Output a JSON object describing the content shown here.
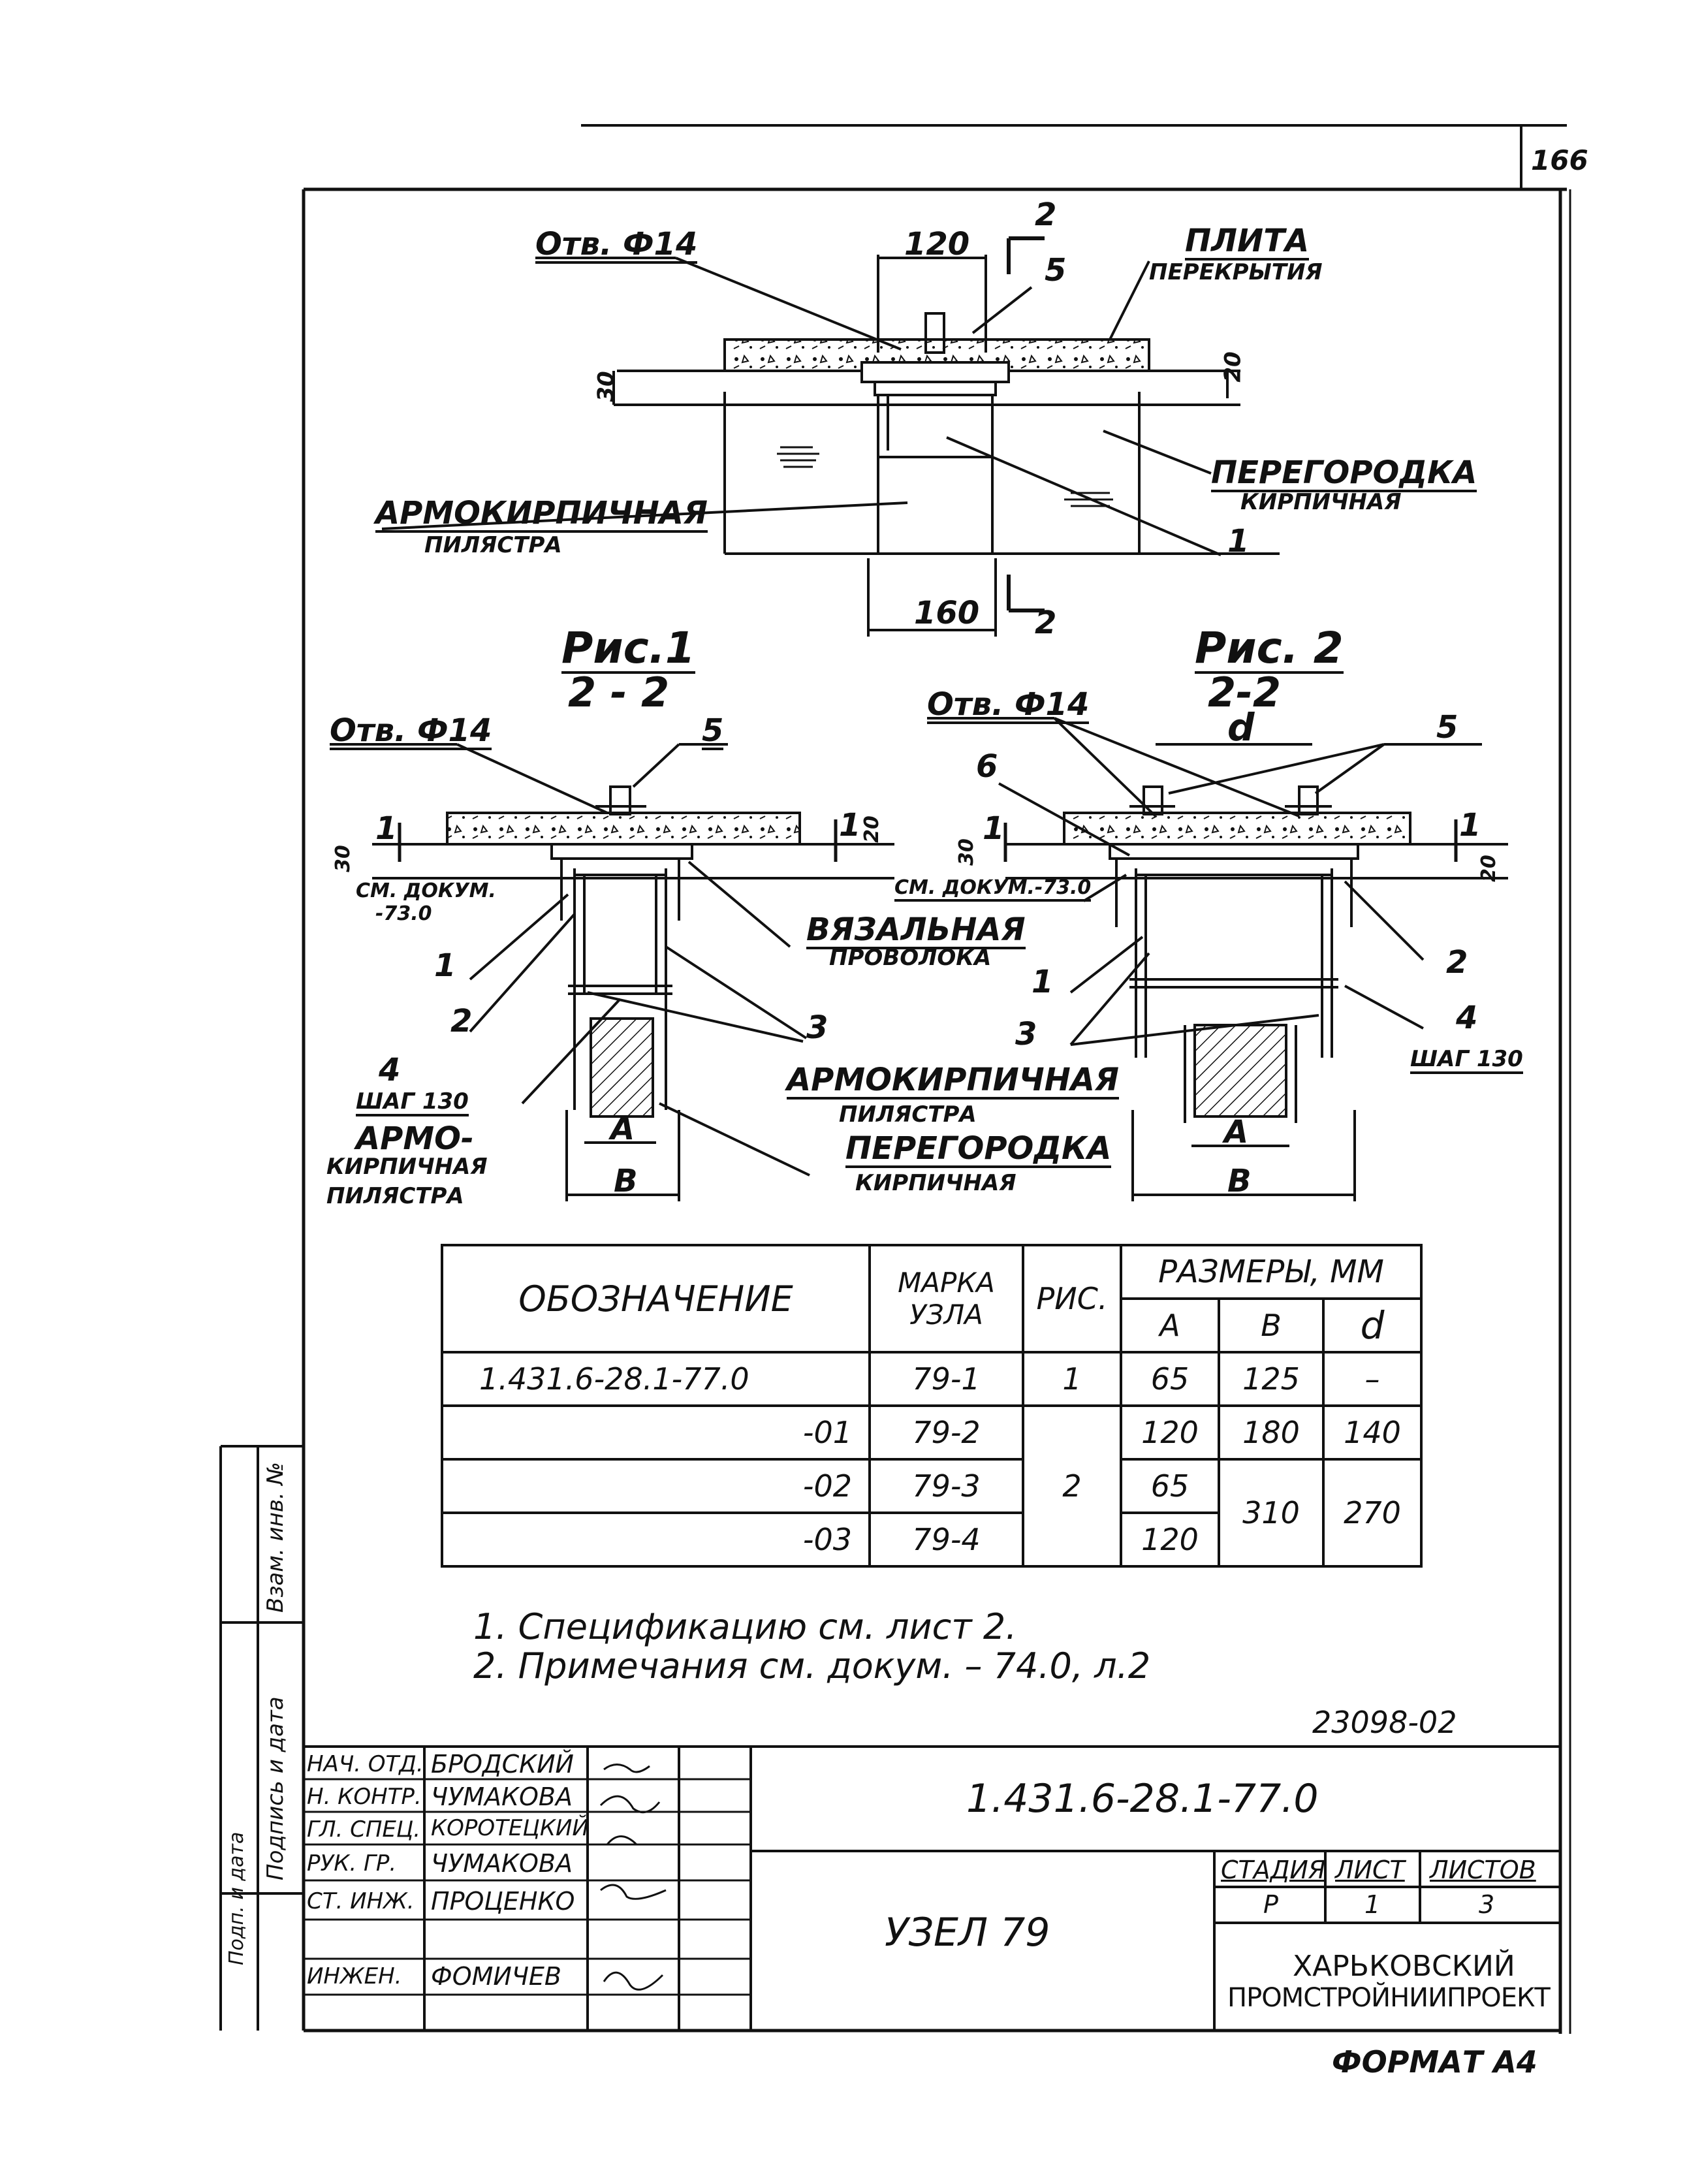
{
  "sheet_number": "166",
  "plan_view": {
    "hole_label": "Отв. Ф14",
    "dim_top": "120",
    "section_mark_top": "2",
    "item_5": "5",
    "slab_label_1": "ПЛИТА",
    "slab_label_2": "ПЕРЕКРЫТИЯ",
    "dim_30": "30",
    "dim_20": "20",
    "partition_label_1": "ПЕРЕГОРОДКА",
    "partition_label_2": "КИРПИЧНАЯ",
    "pilaster_label_1": "АРМОКИРПИЧНАЯ",
    "pilaster_label_2": "ПИЛЯСТРА",
    "item_1": "1",
    "dim_bottom": "160",
    "section_mark_bottom": "2"
  },
  "fig1": {
    "title": "Рис.1",
    "section": "2 - 2",
    "hole_label": "Отв. Ф14",
    "item_5": "5",
    "dim_30": "30",
    "dim_20": "20",
    "mark_1a": "1",
    "mark_1b": "1",
    "see_doc_1": "СМ. ДОКУМ.",
    "see_doc_2": "-73.0",
    "wire_1": "ВЯЗАЛЬНАЯ",
    "wire_2": "ПРОВОЛОКА",
    "item_1": "1",
    "item_2": "2",
    "item_3": "3",
    "item_4": "4",
    "step": "ШАГ 130",
    "pilaster_1": "АРМО-",
    "pilaster_2": "КИРПИЧНАЯ",
    "pilaster_3": "ПИЛЯСТРА",
    "dim_a": "А",
    "dim_b": "В"
  },
  "fig2": {
    "title": "Рис. 2",
    "section": "2-2",
    "hole_label": "Отв. Ф14",
    "dim_d": "d",
    "item_5": "5",
    "item_6": "6",
    "dim_30": "30",
    "dim_20": "20",
    "mark_1a": "1",
    "mark_1b": "1",
    "see_doc": "СМ. ДОКУМ.-73.0",
    "item_1": "1",
    "item_2": "2",
    "item_3": "3",
    "item_4": "4",
    "step": "ШАГ 130",
    "pilaster_1": "АРМОКИРПИЧНАЯ",
    "pilaster_2": "ПИЛЯСТРА",
    "partition_1": "ПЕРЕГОРОДКА",
    "partition_2": "КИРПИЧНАЯ",
    "dim_a": "А",
    "dim_b": "В"
  },
  "table": {
    "headers": {
      "designation": "ОБОЗНАЧЕНИЕ",
      "mark": "МАРКА УЗЛА",
      "fig": "РИС.",
      "sizes": "РАЗМЕРЫ, ММ",
      "a": "А",
      "b": "В",
      "d": "d"
    },
    "rows": [
      {
        "designation": "1.431.6-28.1-77.0",
        "mark": "79-1",
        "fig": "1",
        "a": "65",
        "b": "125",
        "d": "–"
      },
      {
        "designation": "-01",
        "mark": "79-2",
        "fig": "2",
        "a": "120",
        "b": "180",
        "d": "140"
      },
      {
        "designation": "-02",
        "mark": "79-3",
        "fig": "",
        "a": "65",
        "b": "310",
        "d": "270"
      },
      {
        "designation": "-03",
        "mark": "79-4",
        "fig": "",
        "a": "120",
        "b": "",
        "d": ""
      }
    ]
  },
  "notes": [
    "1. Спецификацию  см. лист  2.",
    "2. Примечания   см. докум. – 74.0, л.2"
  ],
  "doc_code": "23098-02",
  "side_stamp": {
    "col1": "Подп. и дата",
    "col2": "Подпись и дата",
    "col3": "Взам. инв. №"
  },
  "title_block": {
    "designation": "1.431.6-28.1-77.0",
    "title": "УЗЕЛ 79",
    "stage_label": "СТАДИЯ",
    "sheet_label": "ЛИСТ",
    "sheets_label": "ЛИСТОВ",
    "stage": "Р",
    "sheet": "1",
    "sheets": "3",
    "org_1": "ХАРЬКОВСКИЙ",
    "org_2": "ПРОМСТРОЙНИИПРОЕКТ",
    "people": [
      {
        "role": "НАЧ. ОТД.",
        "name": "БРОДСКИЙ"
      },
      {
        "role": "Н. КОНТР.",
        "name": "ЧУМАКОВА"
      },
      {
        "role": "ГЛ. СПЕЦ.",
        "name": "КОРОТЕЦКИЙ"
      },
      {
        "role": "РУК. ГР.",
        "name": "ЧУМАКОВА"
      },
      {
        "role": "СТ. ИНЖ.",
        "name": "ПРОЦЕНКО"
      },
      {
        "role": "",
        "name": ""
      },
      {
        "role": "ИНЖЕН.",
        "name": "ФОМИЧЕВ"
      }
    ]
  },
  "format": "ФОРМАТ А4"
}
